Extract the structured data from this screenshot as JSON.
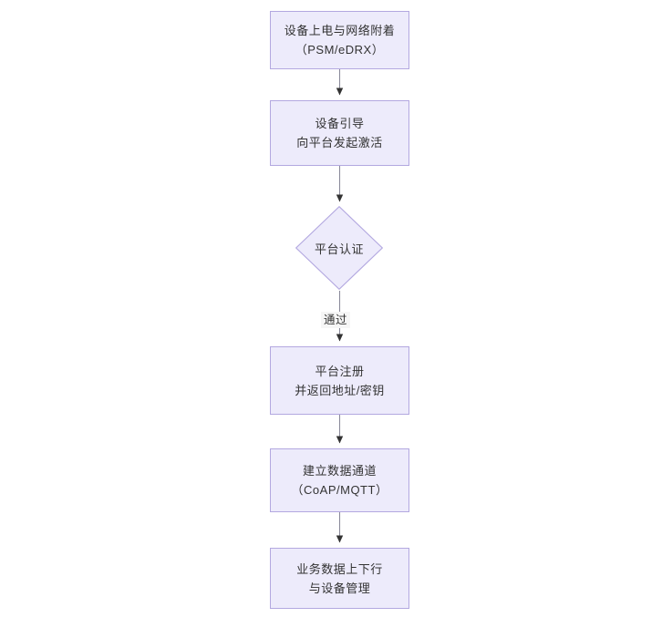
{
  "diagram": {
    "type": "flowchart",
    "orientation": "top-to-bottom",
    "theme": {
      "node_fill": "#edebfb",
      "node_border": "#b3a8e0",
      "text_color": "#333333",
      "edge_color": "#7a7a8c",
      "arrowhead_color": "#333333",
      "edge_label_bg": "#f6f6f6",
      "background": "#ffffff"
    },
    "nodes": [
      {
        "id": "power-on",
        "shape": "rect",
        "lines": [
          "设备上电与网络附着",
          "（PSM/eDRX）"
        ]
      },
      {
        "id": "bootstrap",
        "shape": "rect",
        "lines": [
          "设备引导",
          "向平台发起激活"
        ]
      },
      {
        "id": "platform-auth",
        "shape": "diamond",
        "lines": [
          "平台认证"
        ]
      },
      {
        "id": "platform-register",
        "shape": "rect",
        "lines": [
          "平台注册",
          "并返回地址/密钥"
        ]
      },
      {
        "id": "data-channel",
        "shape": "rect",
        "lines": [
          "建立数据通道",
          "（CoAP/MQTT）"
        ]
      },
      {
        "id": "service-data",
        "shape": "rect",
        "lines": [
          "业务数据上下行",
          "与设备管理"
        ]
      }
    ],
    "edges": [
      {
        "from": "power-on",
        "to": "bootstrap",
        "label": ""
      },
      {
        "from": "bootstrap",
        "to": "platform-auth",
        "label": ""
      },
      {
        "from": "platform-auth",
        "to": "platform-register",
        "label": "通过"
      },
      {
        "from": "platform-register",
        "to": "data-channel",
        "label": ""
      },
      {
        "from": "data-channel",
        "to": "service-data",
        "label": ""
      }
    ]
  }
}
